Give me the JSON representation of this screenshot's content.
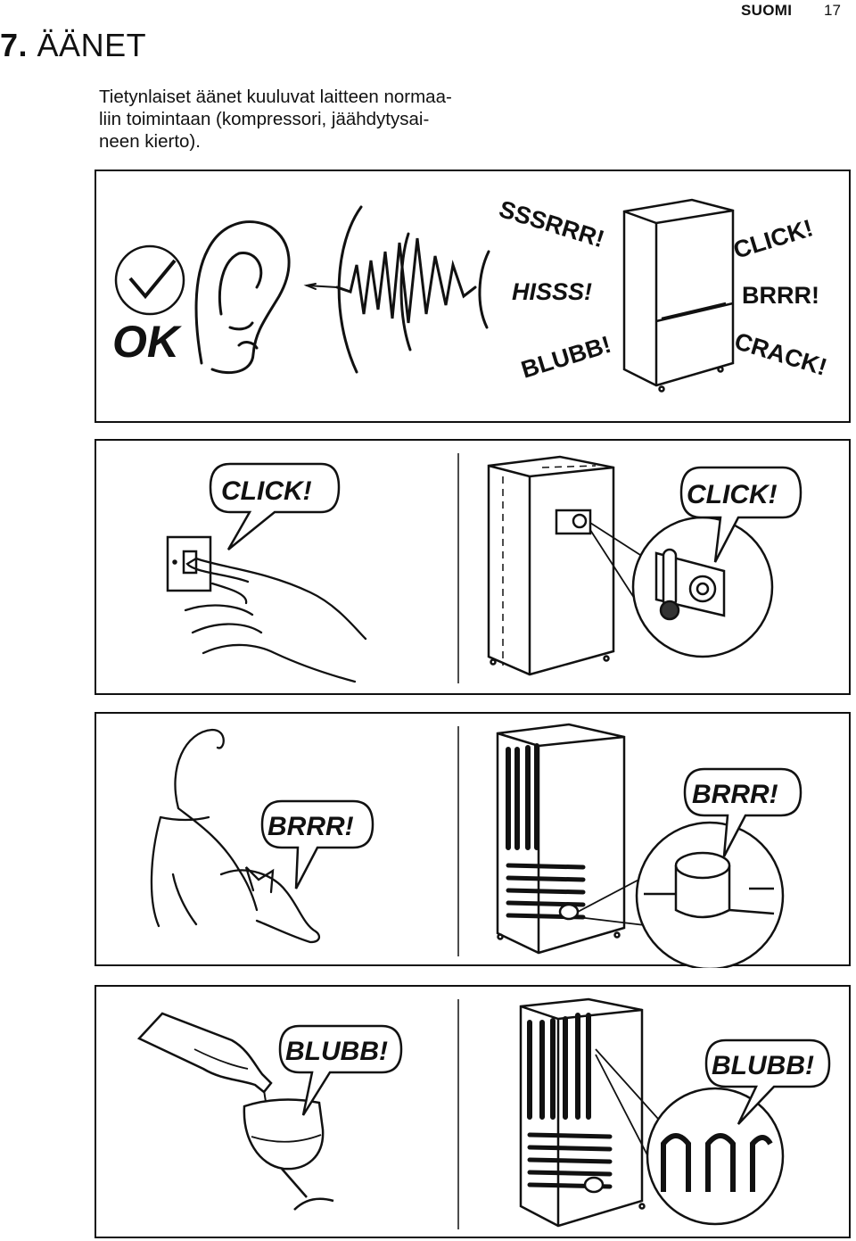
{
  "header": {
    "language": "SUOMI",
    "page_number": "17"
  },
  "section": {
    "number": "7.",
    "title": "ÄÄNET"
  },
  "intro": {
    "line1": "Tietynlaiset äänet kuuluvat laitteen normaa-",
    "line2": "liin toimintaan (kompressori, jäähdytysai-",
    "line3": "neen kierto)."
  },
  "panel1": {
    "ok_label": "OK",
    "sounds": {
      "sssrrr": "SSSRRR!",
      "hisss": "HISSS!",
      "blubb": "BLUBB!",
      "click": "CLICK!",
      "brrr": "BRRR!",
      "crack": "CRACK!"
    }
  },
  "panel2": {
    "left_bubble": "CLICK!",
    "right_bubble": "CLICK!"
  },
  "panel3": {
    "left_bubble": "BRRR!",
    "right_bubble": "BRRR!"
  },
  "panel4": {
    "left_bubble": "BLUBB!",
    "right_bubble": "BLUBB!"
  }
}
